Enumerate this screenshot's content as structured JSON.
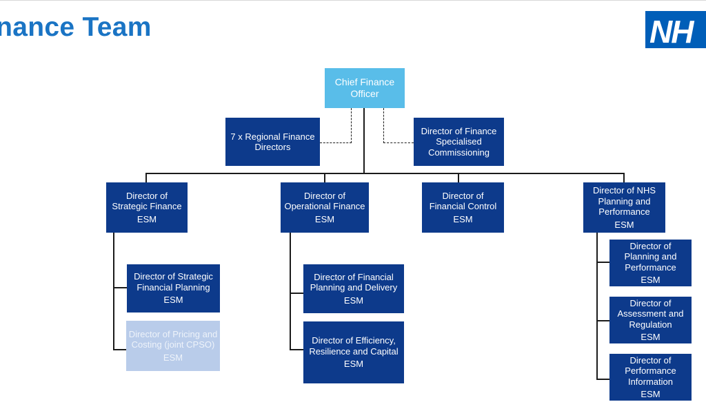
{
  "title": "inance Team",
  "logo": {
    "text": "NH"
  },
  "colors": {
    "title": "#1a74c4",
    "box_dark": "#0d3a8b",
    "box_light": "#59bde9",
    "box_faded": "#b9ccea",
    "logo_bg": "#005eb8"
  },
  "org": {
    "cfo": {
      "title": "Chief Finance Officer"
    },
    "regional": {
      "title": "7 x Regional Finance Directors"
    },
    "specialised": {
      "title": "Director of Finance Specialised Commissioning"
    },
    "strategic": {
      "title": "Director of Strategic Finance",
      "grade": "ESM",
      "reports": [
        {
          "title": "Director of Strategic Financial Planning",
          "grade": "ESM"
        },
        {
          "title": "Director of Pricing and Costing (joint CPSO)",
          "grade": "ESM"
        }
      ]
    },
    "operational": {
      "title": "Director of Operational Finance",
      "grade": "ESM",
      "reports": [
        {
          "title": "Director of Financial Planning and Delivery",
          "grade": "ESM"
        },
        {
          "title": "Director of Efficiency, Resilience and Capital",
          "grade": "ESM"
        }
      ]
    },
    "control": {
      "title": "Director of Financial Control",
      "grade": "ESM"
    },
    "planning": {
      "title": "Director of NHS Planning and Performance",
      "grade": "ESM",
      "reports": [
        {
          "title": "Director of Planning and Performance",
          "grade": "ESM"
        },
        {
          "title": "Director of Assessment and Regulation",
          "grade": "ESM"
        },
        {
          "title": "Director of Performance Information",
          "grade": "ESM"
        }
      ]
    }
  }
}
